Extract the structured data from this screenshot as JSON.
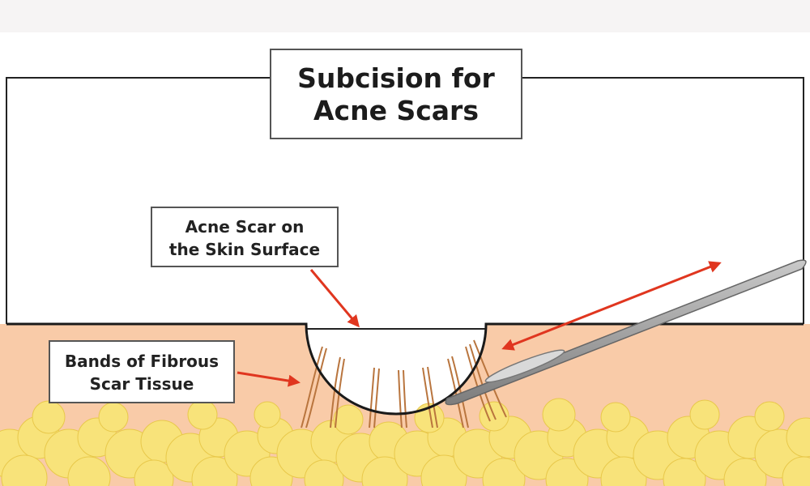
{
  "title": {
    "line1": "Subcision for",
    "line2": "Acne Scars"
  },
  "labels": {
    "scar_surface": {
      "line1": "Acne Scar on",
      "line2": "the Skin Surface"
    },
    "fibrous_bands": {
      "line1": "Bands of Fibrous",
      "line2": "Scar Tissue"
    }
  },
  "colors": {
    "skin": "#f9cba8",
    "fat": "#f8e37a",
    "fat_stroke": "#e8c84a",
    "band": "#b9753e",
    "arrow": "#e0361f",
    "needle": "#9a9a9a",
    "outline": "#222222"
  }
}
